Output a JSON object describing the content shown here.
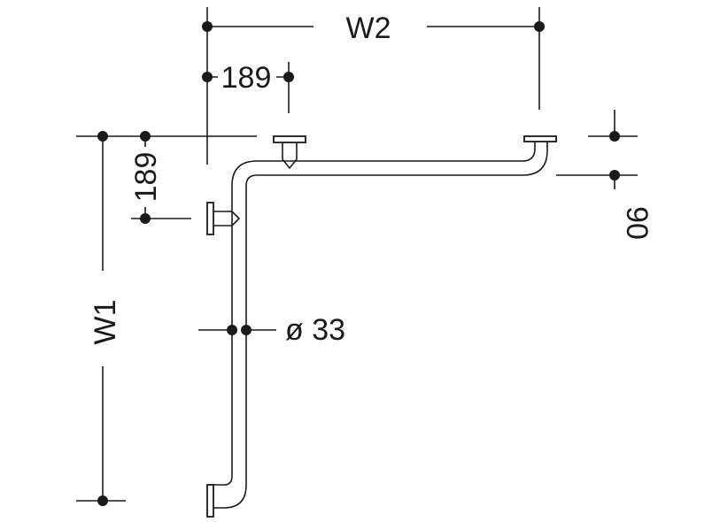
{
  "dimensions": {
    "w2": "W2",
    "offset_top": "189",
    "offset_side": "189",
    "w1": "W1",
    "diameter": "ø 33",
    "height": "90"
  }
}
